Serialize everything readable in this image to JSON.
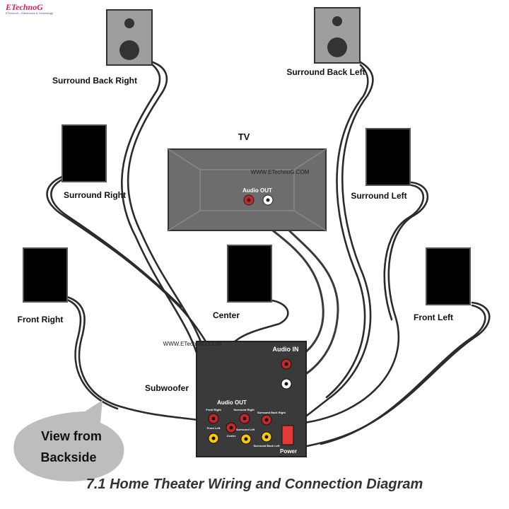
{
  "brand": {
    "name": "ETechnoG",
    "tagline": "ETechnoG - Electronics & Technology"
  },
  "tv": {
    "title": "TV",
    "watermark": "WWW.ETechnoG.COM",
    "audio_out_label": "Audio OUT"
  },
  "speakers": {
    "surround_back_right": "Surround Back Right",
    "surround_back_left": "Surround Back Left",
    "surround_right": "Surround Right",
    "surround_left": "Surround Left",
    "front_right": "Front Right",
    "center": "Center",
    "front_left": "Front Left"
  },
  "receiver": {
    "watermark": "WWW.ETechnoG.COM",
    "subwoofer_label": "Subwoofer",
    "audio_in_label": "Audio IN",
    "audio_out_label": "Audio OUT",
    "power_label": "Power",
    "jacks": {
      "front_right": "Front Right",
      "surround_right": "Surround Right",
      "surround_back_right": "Surround Back Right",
      "front_left": "Front Left",
      "center": "Center",
      "surround_left": "Surround Left",
      "surround_back_left": "Surround Back Left"
    }
  },
  "callout": {
    "line1": "View from",
    "line2": "Backside"
  },
  "caption": "7.1 Home Theater Wiring and Connection Diagram",
  "colors": {
    "receiver_panel": "#3a3a3a",
    "tv_panel": "#6d6d6d",
    "jack_red": "#c62828",
    "jack_yellow": "#f9c80e",
    "power_switch": "#e53935",
    "callout_fill": "#bdbdbd",
    "speaker_grey": "#9e9e9e",
    "speaker_black": "#000000"
  }
}
